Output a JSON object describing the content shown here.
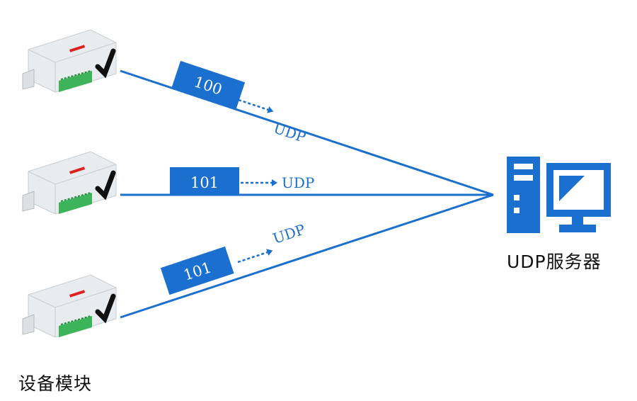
{
  "colors": {
    "accent": "#1a6fcf",
    "terminal": "#3db35a"
  },
  "devices": {
    "label": "设备模块",
    "count": 3
  },
  "server": {
    "label": "UDP服务器",
    "icon": "desktop-computer-icon"
  },
  "links": [
    {
      "packet": "100",
      "protocol": "UDP"
    },
    {
      "packet": "101",
      "protocol": "UDP"
    },
    {
      "packet": "101",
      "protocol": "UDP"
    }
  ]
}
